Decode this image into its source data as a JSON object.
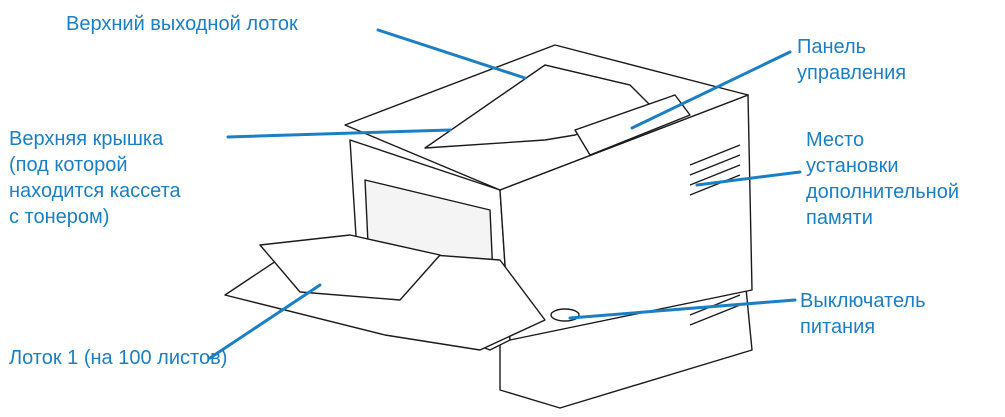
{
  "colors": {
    "callout": "#1a7fc4",
    "outline": "#1a1a1a",
    "body": "#ffffff"
  },
  "labels": {
    "top_output_bin": [
      "Верхний выходной лоток"
    ],
    "control_panel": [
      "Панель",
      "управления"
    ],
    "top_cover": [
      "Верхняя крышка",
      "(под которой",
      "находится кассета",
      "с тонером)"
    ],
    "memory_slot": [
      "Место",
      "установки",
      "дополнительной",
      "памяти"
    ],
    "power_switch": [
      "Выключатель",
      "питания"
    ],
    "tray1": [
      "Лоток 1 (на 100 листов)"
    ]
  }
}
